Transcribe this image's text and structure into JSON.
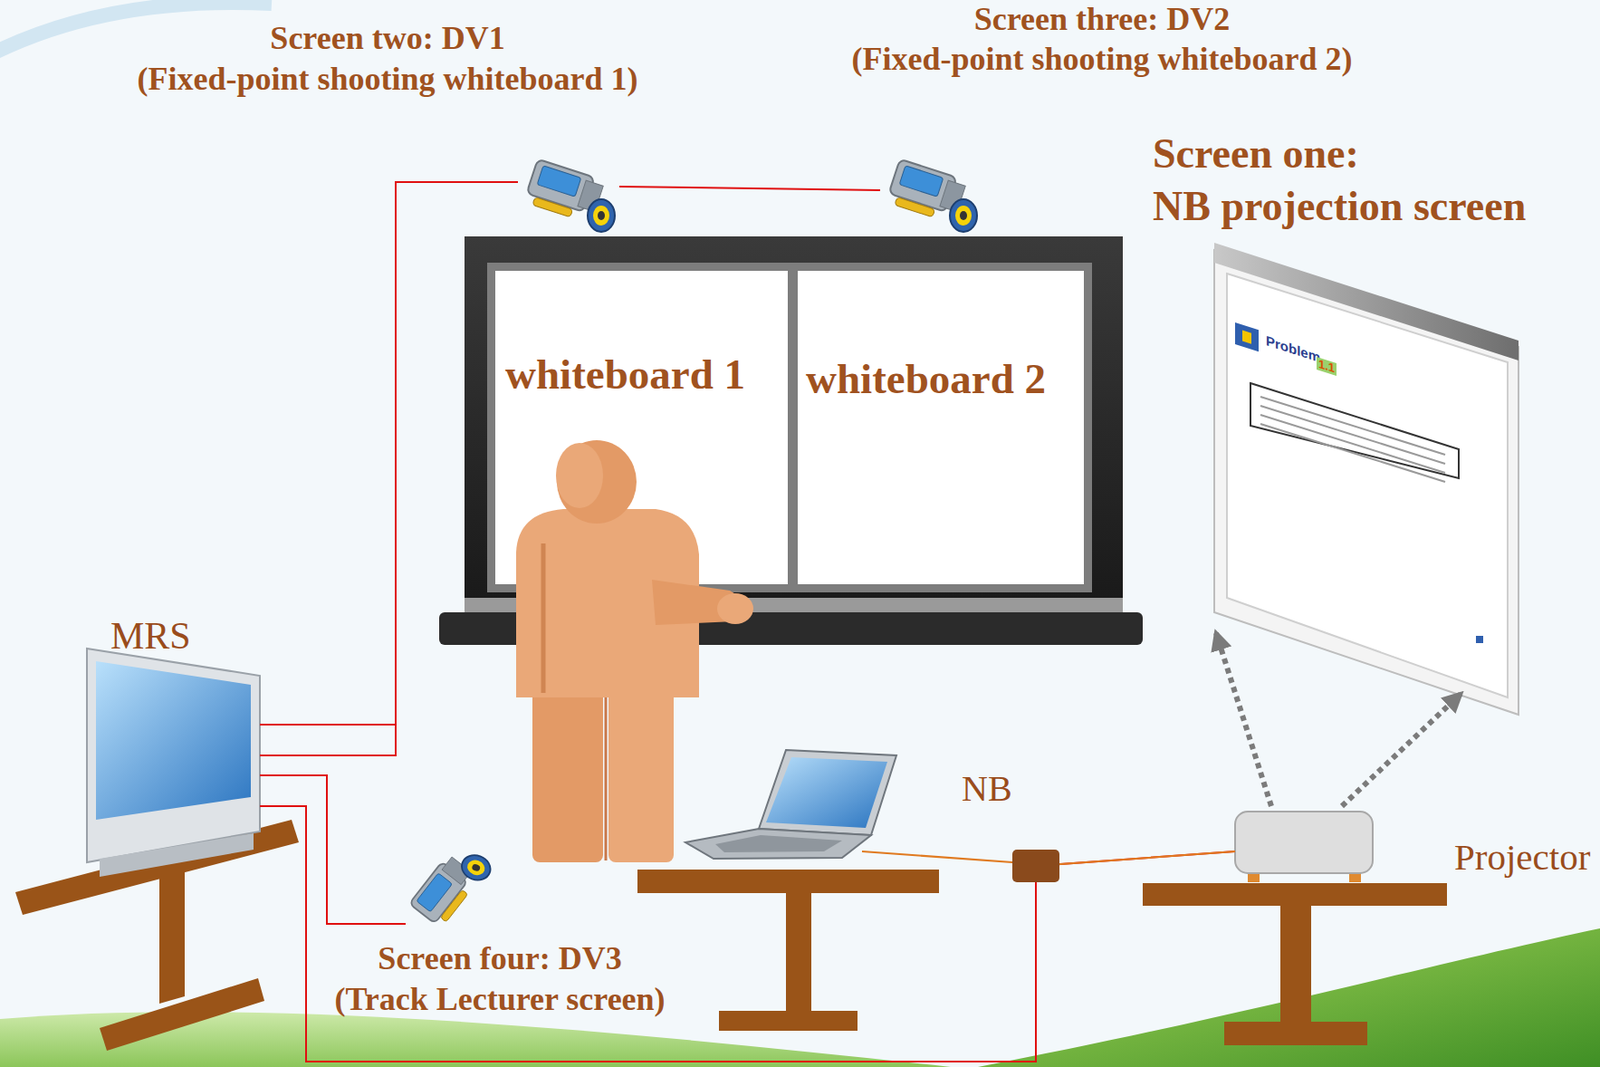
{
  "diagram": {
    "nodes": [
      {
        "text": [
          "Screen two: DV1",
          "(Fixed-point shooting whiteboard 1)"
        ]
      },
      {
        "text": [
          "Screen three: DV2",
          "(Fixed-point shooting whiteboard 2)"
        ]
      },
      {
        "text": [
          "Screen one:",
          "NB projection screen"
        ]
      },
      {
        "text": [
          "whiteboard 1"
        ]
      },
      {
        "text": [
          "whiteboard 2"
        ]
      },
      {
        "text": [
          "MRS"
        ]
      },
      {
        "text": [
          "Screen four: DV3",
          "(Track Lecturer screen)"
        ]
      },
      {
        "text": [
          "NB"
        ]
      },
      {
        "text": [
          "Projector"
        ]
      }
    ],
    "edges": [
      {
        "from": 5,
        "to": 0,
        "arrow": "none"
      },
      {
        "from": 0,
        "to": 1,
        "arrow": "none"
      },
      {
        "from": 5,
        "to": 6,
        "arrow": "none"
      },
      {
        "from": 5,
        "to": 8,
        "arrow": "none"
      },
      {
        "from": 7,
        "to": 8,
        "arrow": "none"
      },
      {
        "from": 8,
        "to": 2,
        "arrow": "to"
      },
      {
        "from": 8,
        "to": 2,
        "arrow": "to"
      }
    ],
    "labels": [
      "Problem",
      "1.1"
    ]
  }
}
